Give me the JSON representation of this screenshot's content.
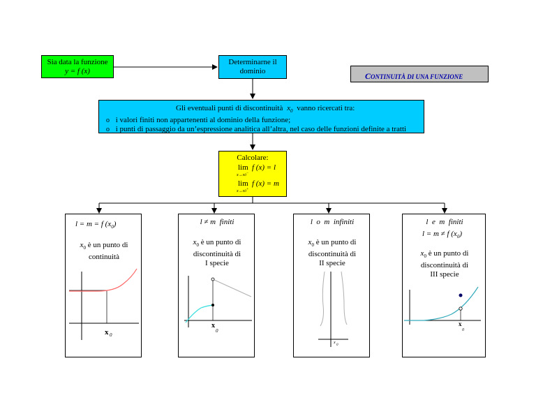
{
  "colors": {
    "green": "#00ff00",
    "cyan": "#00ccff",
    "yellow": "#ffff00",
    "gray": "#c0c0c0",
    "title_text": "#0000aa",
    "curve_red": "#ff6666",
    "curve_cyan": "#33dddd",
    "curve_gray": "#b0b0b0",
    "point_navy": "#000066"
  },
  "box1": {
    "line1": "Sia data la funzione",
    "line2": "y = f (x)"
  },
  "box2": {
    "line1": "Determinarne il",
    "line2": "dominio"
  },
  "title": {
    "big1": "C",
    "small1": "ONTINUITÀ DI UNA FUNZIONE"
  },
  "box3": {
    "line1a": "Gli eventuali punti di discontinuità",
    "line1b": "x",
    "line1c": "0",
    "line1d": "vanno ricercati tra:",
    "bullet": "o",
    "item1": "i valori finiti non appartenenti al dominio della funzione;",
    "item2": "i punti di passaggio da un’espressione analitica all’altra, nel caso delle funzioni definite a tratti"
  },
  "box4": {
    "title": "Calcolare:",
    "lim": "lim",
    "sub1": "x→x",
    "sub1b": "0",
    "sub1sign": "−",
    "eq1": "f (x) = l",
    "sub2": "x→x",
    "sub2b": "0",
    "sub2sign": "+",
    "eq2": "f (x) = m"
  },
  "panels": [
    {
      "header1": "l = m = f (x",
      "header1b": "0",
      "header1c": ")",
      "text1a": "x",
      "text1b": "0",
      "text1c": " è un punto di",
      "text2": "continuità",
      "text3": "",
      "axis_label": "x",
      "axis_sub": "0"
    },
    {
      "header1": "l ≠ m  finiti",
      "text1a": "x",
      "text1b": "0",
      "text1c": " è un punto di",
      "text2": "discontinuità di",
      "text3": "I specie",
      "axis_label": "x",
      "axis_sub": "0"
    },
    {
      "header1": "l  o  m  infiniti",
      "text1a": "x",
      "text1b": "0",
      "text1c": " è un punto di",
      "text2": "discontinuità di",
      "text3": "II specie",
      "axis_label": "x",
      "axis_sub": "0"
    },
    {
      "header1": "l  e  m  finiti",
      "header2": "l = m ≠ f (x",
      "header2b": "0",
      "header2c": ")",
      "text1a": "x",
      "text1b": "0",
      "text1c": " è un punto di",
      "text2": "discontinuità di",
      "text3": "III specie",
      "axis_label": "x",
      "axis_sub": "0"
    }
  ]
}
